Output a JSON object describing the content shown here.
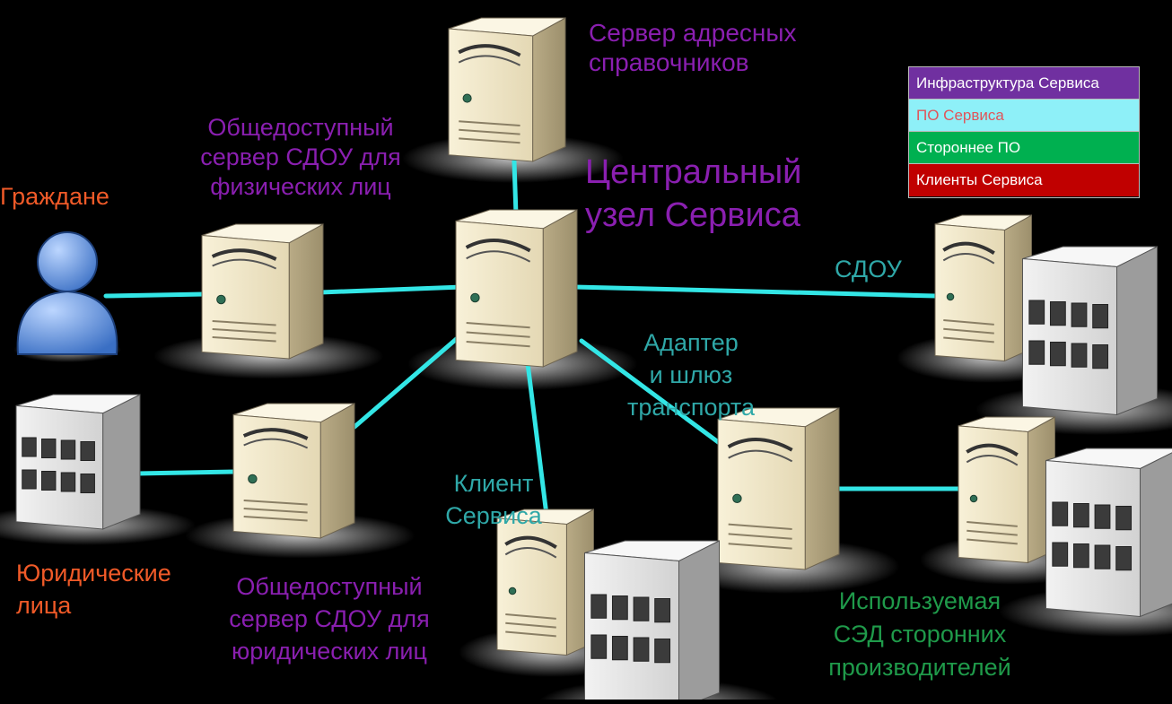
{
  "nodes": {
    "address_server": {
      "label": "Сервер адресных\nсправочников"
    },
    "central_node": {
      "label": "Центральный\nузел Сервиса"
    },
    "public_server_individuals": {
      "label": "Общедоступный\nсервер СДОУ для\nфизических лиц"
    },
    "citizens": {
      "label": "Граждане"
    },
    "sdou": {
      "label": "СДОУ"
    },
    "adapter_gateway": {
      "label": "Адаптер\nи шлюз\nтранспорта"
    },
    "service_client": {
      "label": "Клиент\nСервиса"
    },
    "legal_entities": {
      "label": "Юридические\nлица"
    },
    "public_server_legal": {
      "label": "Общедоступный\nсервер СДОУ для\nюридических лиц"
    },
    "third_party_edms": {
      "label": "Используемая\nСЭД сторонних\nпроизводителей"
    }
  },
  "legend": [
    {
      "label": "Инфраструктура Сервиса",
      "bg": "#7030a0",
      "fg": "#ffffff"
    },
    {
      "label": "ПО Сервиса",
      "bg": "#8ef0f8",
      "fg": "#e0555a"
    },
    {
      "label": "Стороннее ПО",
      "bg": "#00b050",
      "fg": "#ffffff"
    },
    {
      "label": "Клиенты Сервиса",
      "bg": "#c00000",
      "fg": "#ffffff"
    }
  ],
  "colors": {
    "link": "#33e6e6",
    "infrastructure_text": "#8a1fb0",
    "service_sw_text": "#2fa8a8",
    "third_party_text": "#1f9a4a",
    "clients_text": "#f05a28"
  }
}
